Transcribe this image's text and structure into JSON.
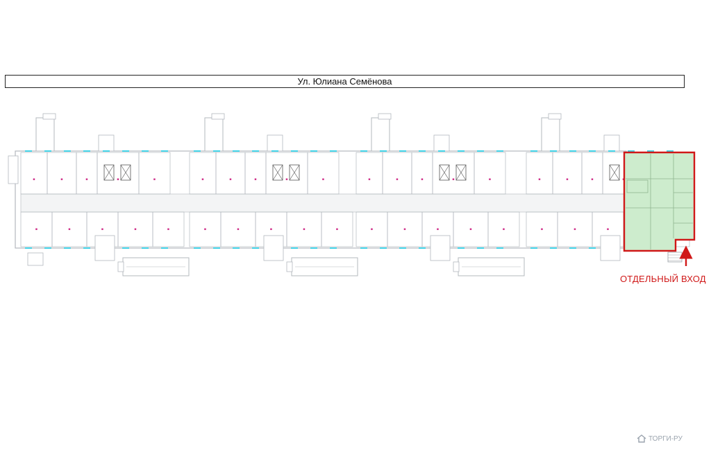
{
  "street": {
    "label": "Ул. Юлиана Семёнова"
  },
  "annotation": {
    "entrance_label": "ОТДЕЛЬНЫЙ ВХОД",
    "arrow_color": "#d01818",
    "highlight_fill": "#cdeccd",
    "highlight_stroke": "#d01818"
  },
  "colors": {
    "walls": "#b3b8be",
    "windows": "#3fd1e6",
    "labels": "#d0308a",
    "corridor_fill": "#f3f4f5"
  },
  "watermark": {
    "text": "ТОРГИ-РУ",
    "icon": "house-logo-icon"
  }
}
